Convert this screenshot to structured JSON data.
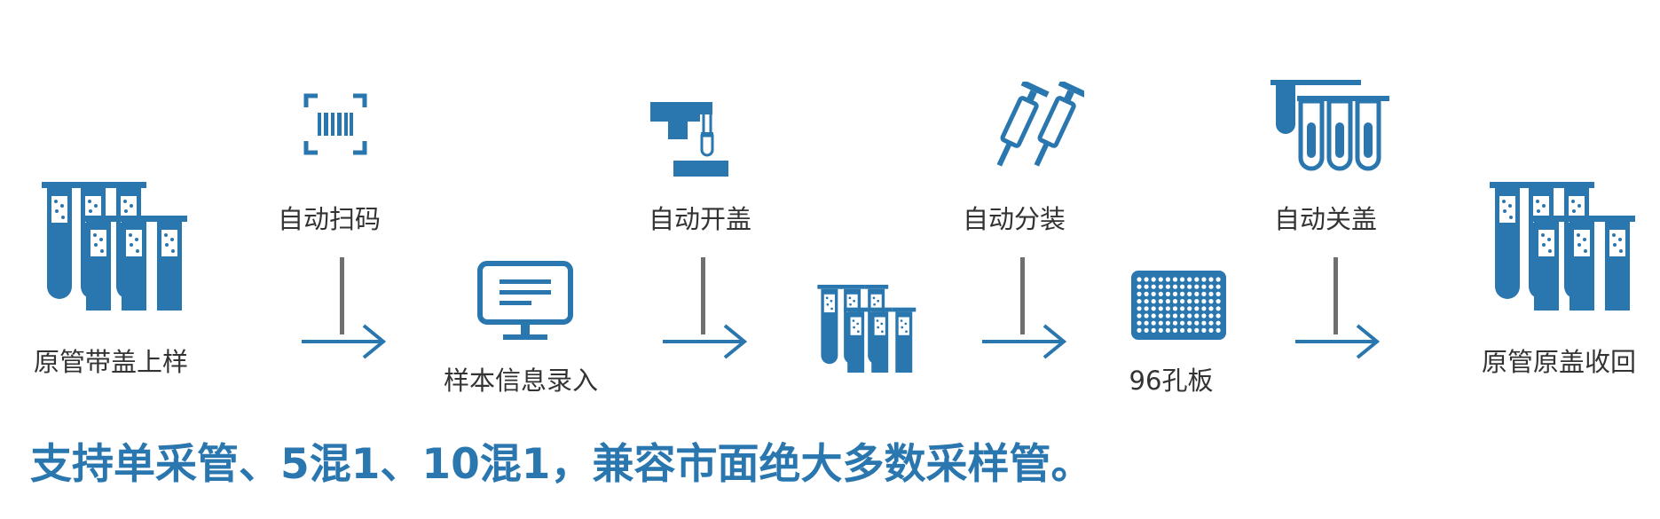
{
  "colors": {
    "brand_blue": "#2a76ae",
    "divider_gray": "#6f6f6f",
    "text": "#333333"
  },
  "steps": {
    "load_tubes": "原管带盖上样",
    "auto_scan": "自动扫码",
    "sample_entry": "样本信息录入",
    "auto_uncap": "自动开盖",
    "auto_dispense": "自动分装",
    "plate_96": "96孔板",
    "auto_recap": "自动关盖",
    "recover_tubes": "原管原盖收回"
  },
  "footer": {
    "text": "支持单采管、5混1、10混1，兼容市面绝大多数采样管。"
  },
  "icons": [
    "tube-rack-icon",
    "barcode-scan-icon",
    "monitor-icon",
    "decapper-icon",
    "tube-rack-small-icon",
    "pipette-icon",
    "plate-96-icon",
    "capped-tubes-icon",
    "tube-rack-return-icon",
    "arrow-right-icon"
  ]
}
